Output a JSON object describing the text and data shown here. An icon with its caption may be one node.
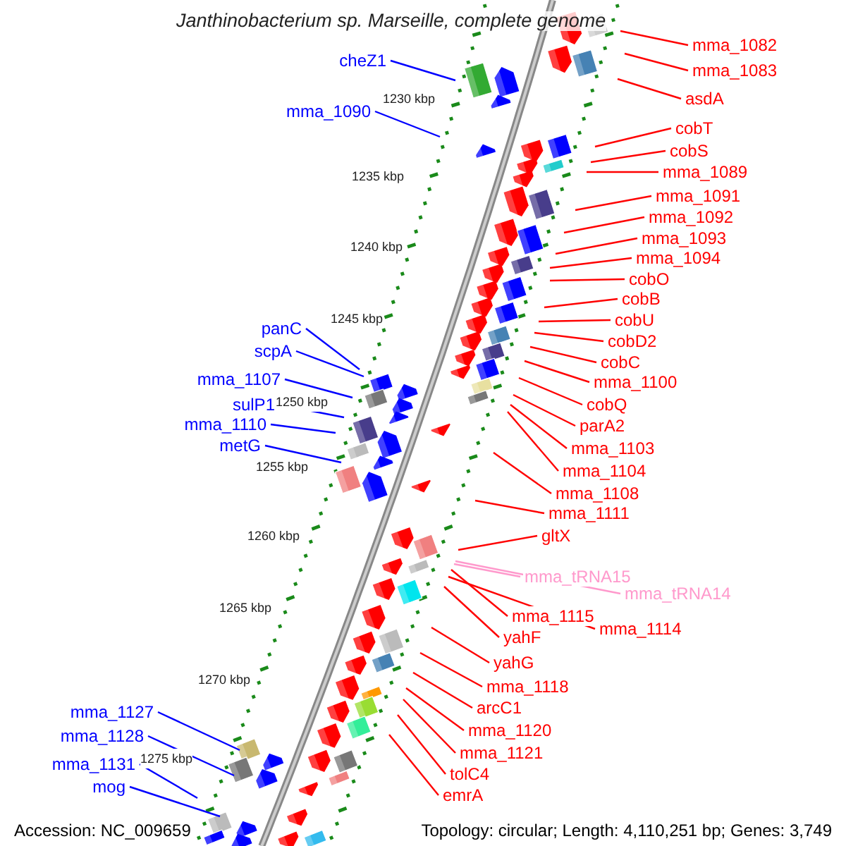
{
  "diagram": {
    "title": "Janthinobacterium sp. Marseille, complete genome",
    "nodes": [
      {
        "text": [
          "mma_1082"
        ]
      },
      {
        "text": [
          "cheZ1"
        ]
      },
      {
        "text": [
          "mma_1083"
        ]
      },
      {
        "text": [
          "asdA"
        ]
      },
      {
        "text": [
          "mma_1090"
        ]
      },
      {
        "text": [
          "cobT"
        ]
      },
      {
        "text": [
          "cobS"
        ]
      },
      {
        "text": [
          "mma_1089"
        ]
      },
      {
        "text": [
          "mma_1091"
        ]
      },
      {
        "text": [
          "mma_1092"
        ]
      },
      {
        "text": [
          "mma_1093"
        ]
      },
      {
        "text": [
          "mma_1094"
        ]
      },
      {
        "text": [
          "cobO"
        ]
      },
      {
        "text": [
          "cobB"
        ]
      },
      {
        "text": [
          "cobU"
        ]
      },
      {
        "text": [
          "panC"
        ]
      },
      {
        "text": [
          "cobD2"
        ]
      },
      {
        "text": [
          "scpA"
        ]
      },
      {
        "text": [
          "cobC"
        ]
      },
      {
        "text": [
          "mma_1107"
        ]
      },
      {
        "text": [
          "mma_1100"
        ]
      },
      {
        "text": [
          "sulP1"
        ]
      },
      {
        "text": [
          "cobQ"
        ]
      },
      {
        "text": [
          "mma_1110"
        ]
      },
      {
        "text": [
          "parA2"
        ]
      },
      {
        "text": [
          "metG"
        ]
      },
      {
        "text": [
          "mma_1103"
        ]
      },
      {
        "text": [
          "mma_1104"
        ]
      },
      {
        "text": [
          "mma_1108"
        ]
      },
      {
        "text": [
          "mma_1111"
        ]
      },
      {
        "text": [
          "gltX"
        ]
      },
      {
        "text": [
          "mma_tRNA15"
        ]
      },
      {
        "text": [
          "mma_tRNA14"
        ]
      },
      {
        "text": [
          "mma_1115"
        ]
      },
      {
        "text": [
          "mma_1114"
        ]
      },
      {
        "text": [
          "yahF"
        ]
      },
      {
        "text": [
          "yahG"
        ]
      },
      {
        "text": [
          "mma_1118"
        ]
      },
      {
        "text": [
          "arcC1"
        ]
      },
      {
        "text": [
          "mma_1127"
        ]
      },
      {
        "text": [
          "mma_1120"
        ]
      },
      {
        "text": [
          "mma_1128"
        ]
      },
      {
        "text": [
          "mma_1121"
        ]
      },
      {
        "text": [
          "mma_1131"
        ]
      },
      {
        "text": [
          "tolC4"
        ]
      },
      {
        "text": [
          "mog"
        ]
      },
      {
        "text": [
          "emrA"
        ]
      }
    ],
    "edges": [
      {
        "from": 0,
        "to": null,
        "arrow": "none"
      },
      {
        "from": 1,
        "to": null,
        "arrow": "none",
        "color": "#0000ff"
      },
      {
        "from": 2,
        "to": null,
        "arrow": "none"
      },
      {
        "from": 3,
        "to": null,
        "arrow": "none"
      },
      {
        "from": 4,
        "to": null,
        "arrow": "none",
        "color": "#0000ff"
      },
      {
        "from": 5,
        "to": null,
        "arrow": "none"
      },
      {
        "from": 6,
        "to": null,
        "arrow": "none"
      },
      {
        "from": 7,
        "to": null,
        "arrow": "none"
      },
      {
        "from": 8,
        "to": null,
        "arrow": "none"
      },
      {
        "from": 9,
        "to": null,
        "arrow": "none"
      },
      {
        "from": 10,
        "to": null,
        "arrow": "none"
      },
      {
        "from": 11,
        "to": null,
        "arrow": "none"
      },
      {
        "from": 12,
        "to": null,
        "arrow": "none"
      },
      {
        "from": 13,
        "to": null,
        "arrow": "none"
      },
      {
        "from": 14,
        "to": null,
        "arrow": "none"
      },
      {
        "from": 15,
        "to": null,
        "arrow": "none",
        "color": "#0000ff"
      },
      {
        "from": 16,
        "to": null,
        "arrow": "none"
      },
      {
        "from": 17,
        "to": null,
        "arrow": "none",
        "color": "#0000ff"
      },
      {
        "from": 18,
        "to": null,
        "arrow": "none"
      },
      {
        "from": 19,
        "to": null,
        "arrow": "none",
        "color": "#0000ff"
      },
      {
        "from": 20,
        "to": null,
        "arrow": "none"
      },
      {
        "from": 21,
        "to": null,
        "arrow": "none",
        "color": "#0000ff"
      },
      {
        "from": 22,
        "to": null,
        "arrow": "none"
      },
      {
        "from": 23,
        "to": null,
        "arrow": "none",
        "color": "#0000ff"
      },
      {
        "from": 24,
        "to": null,
        "arrow": "none"
      },
      {
        "from": 25,
        "to": null,
        "arrow": "none",
        "color": "#0000ff"
      },
      {
        "from": 26,
        "to": null,
        "arrow": "none"
      },
      {
        "from": 27,
        "to": null,
        "arrow": "none"
      },
      {
        "from": 28,
        "to": null,
        "arrow": "none"
      },
      {
        "from": 29,
        "to": null,
        "arrow": "none"
      },
      {
        "from": 30,
        "to": null,
        "arrow": "none"
      },
      {
        "from": 31,
        "to": null,
        "arrow": "none",
        "color": "#ff99cc"
      },
      {
        "from": 32,
        "to": null,
        "arrow": "none",
        "color": "#ff99cc"
      },
      {
        "from": 33,
        "to": null,
        "arrow": "none"
      },
      {
        "from": 34,
        "to": null,
        "arrow": "none"
      },
      {
        "from": 35,
        "to": null,
        "arrow": "none"
      },
      {
        "from": 36,
        "to": null,
        "arrow": "none"
      },
      {
        "from": 37,
        "to": null,
        "arrow": "none"
      },
      {
        "from": 38,
        "to": null,
        "arrow": "none"
      },
      {
        "from": 39,
        "to": null,
        "arrow": "none",
        "color": "#0000ff"
      },
      {
        "from": 40,
        "to": null,
        "arrow": "none"
      },
      {
        "from": 41,
        "to": null,
        "arrow": "none",
        "color": "#0000ff"
      },
      {
        "from": 42,
        "to": null,
        "arrow": "none"
      },
      {
        "from": 43,
        "to": null,
        "arrow": "none",
        "color": "#0000ff"
      },
      {
        "from": 44,
        "to": null,
        "arrow": "none"
      },
      {
        "from": 45,
        "to": null,
        "arrow": "none",
        "color": "#0000ff"
      },
      {
        "from": 46,
        "to": null,
        "arrow": "none"
      }
    ],
    "labels": [
      "1230 kbp",
      "1235 kbp",
      "1240 kbp",
      "1245 kbp",
      "1250 kbp",
      "1255 kbp",
      "1260 kbp",
      "1265 kbp",
      "1270 kbp",
      "1275 kbp",
      "Accession: NC_009659",
      "Topology: circular; Length: 4,110,251 bp; Genes: 3,749"
    ]
  }
}
